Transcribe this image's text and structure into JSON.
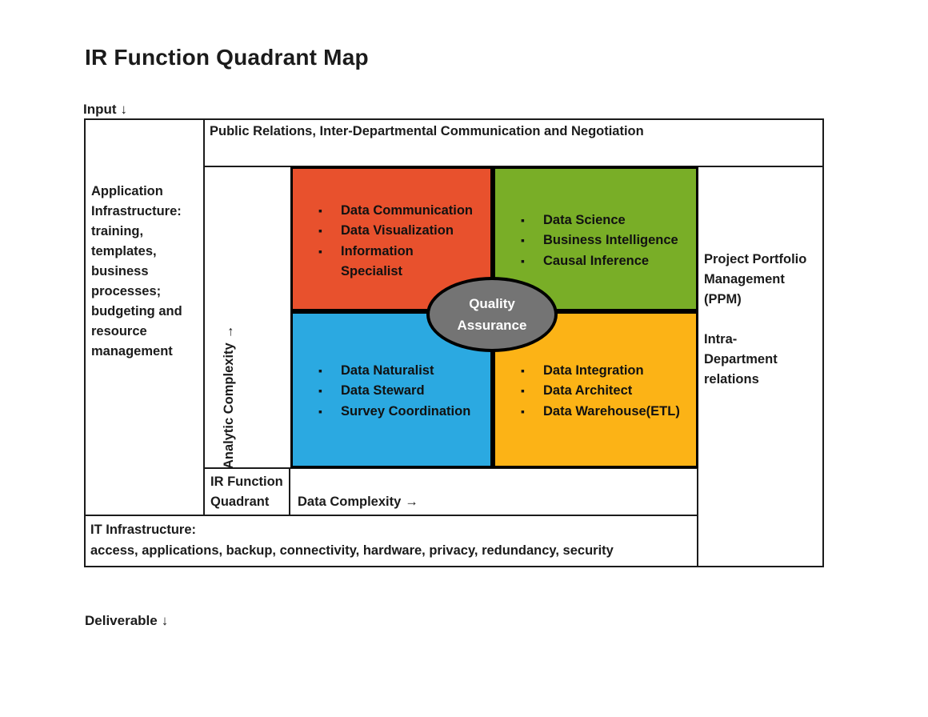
{
  "page": {
    "title": "IR Function Quadrant Map"
  },
  "labels": {
    "input": {
      "text": "Input",
      "arrow": "↓"
    },
    "deliverable": {
      "text": "Deliverable",
      "arrow": "↓"
    }
  },
  "grid": {
    "top_header": "Public Relations, Inter-Departmental Communication and Negotiation",
    "left_header": "Application\nInfrastructure:\ntraining,\ntemplates,\nbusiness\nprocesses;\nbudgeting and\nresource\nmanagement",
    "right_header_block1": "Project Portfolio\nManagement\n(PPM)",
    "right_header_block2": "Intra-\nDepartment\nrelations",
    "bottom_header": "IT Infrastructure:\naccess, applications, backup, connectivity, hardware, privacy, redundancy, security",
    "corner_label": "IR Function\nQuadrant",
    "y_axis": {
      "text": "Analytic Complexity",
      "arrow": "→"
    },
    "x_axis": {
      "text": "Data Complexity",
      "arrow": "→"
    }
  },
  "quadrants": {
    "top_left": {
      "color": "#E8512D",
      "items": [
        "Data Communication",
        "Data Visualization",
        "Information\nSpecialist"
      ]
    },
    "top_right": {
      "color": "#79AE27",
      "items": [
        "Data Science",
        "Business Intelligence",
        "Causal Inference"
      ]
    },
    "bottom_left": {
      "color": "#2BA9E1",
      "items": [
        "Data Naturalist",
        "Data Steward",
        "Survey Coordination"
      ]
    },
    "bottom_right": {
      "color": "#FCB316",
      "items": [
        "Data Integration",
        "Data Architect",
        "Data Warehouse(ETL)"
      ]
    }
  },
  "center": {
    "label": "Quality\nAssurance",
    "color": "#747474"
  }
}
